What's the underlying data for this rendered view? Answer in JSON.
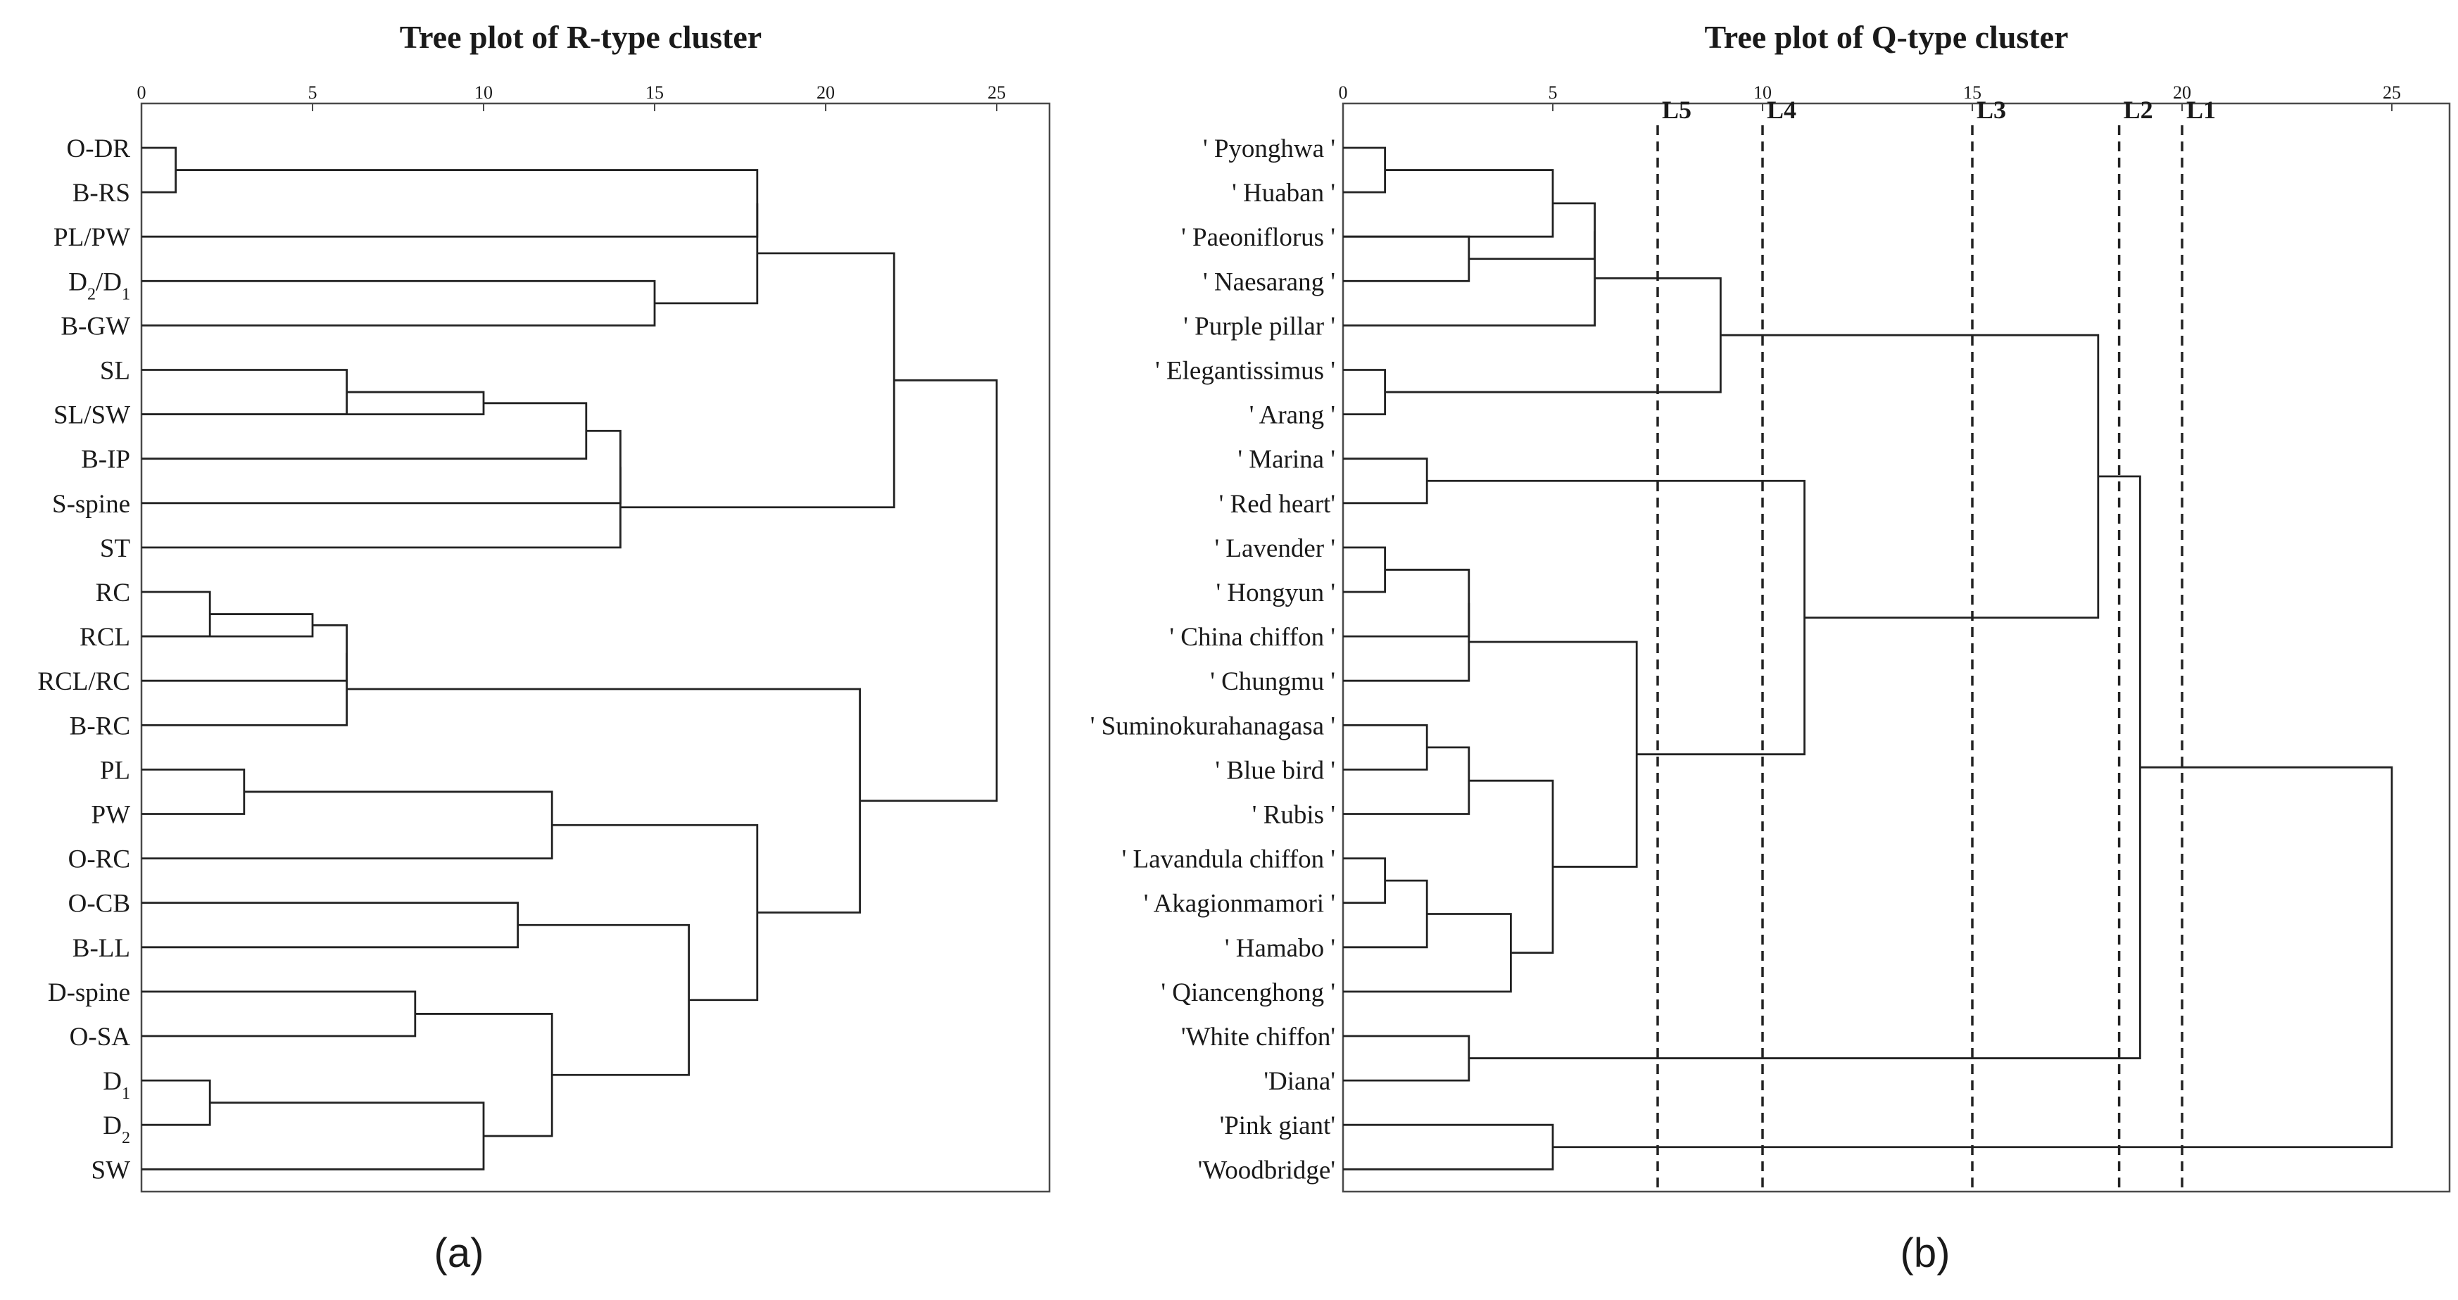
{
  "figure": {
    "panel_a": {
      "title": "Tree plot of R-type cluster",
      "caption": "(a)",
      "ticks": [
        "0",
        "5",
        "10",
        "15",
        "20",
        "25"
      ],
      "labels": [
        "O-DR",
        "B-RS",
        "PL/PW",
        "D2/D1",
        "B-GW",
        "SL",
        "SL/SW",
        "B-IP",
        "S-spine",
        "ST",
        "RC",
        "RCL",
        "RCL/RC",
        "B-RC",
        "PL",
        "PW",
        "O-RC",
        "O-CB",
        "B-LL",
        "D-spine",
        "O-SA",
        "D1",
        "D2",
        "SW"
      ]
    },
    "panel_b": {
      "title": "Tree plot of Q-type cluster",
      "caption": "(b)",
      "ticks": [
        "0",
        "5",
        "10",
        "15",
        "20",
        "25"
      ],
      "labels": [
        "' Pyonghwa '",
        "' Huaban '",
        "' Paeoniflorus '",
        "' Naesarang '",
        "' Purple pillar '",
        "' Elegantissimus '",
        "' Arang '",
        "' Marina '",
        "' Red heart'",
        "' Lavender '",
        "' Hongyun '",
        "' China chiffon '",
        "' Chungmu '",
        "' Suminokurahanagasa '",
        "' Blue bird '",
        "' Rubis '",
        "' Lavandula chiffon '",
        "' Akagionmamori '",
        "' Hamabo '",
        "' Qiancenghong '",
        "'White chiffon'",
        "'Diana'",
        "'Pink giant'",
        "'Woodbridge'"
      ],
      "levels": [
        {
          "name": "L5",
          "at": 7.5
        },
        {
          "name": "L4",
          "at": 10
        },
        {
          "name": "L3",
          "at": 15
        },
        {
          "name": "L2",
          "at": 18.5
        },
        {
          "name": "L1",
          "at": 20
        }
      ]
    }
  }
}
